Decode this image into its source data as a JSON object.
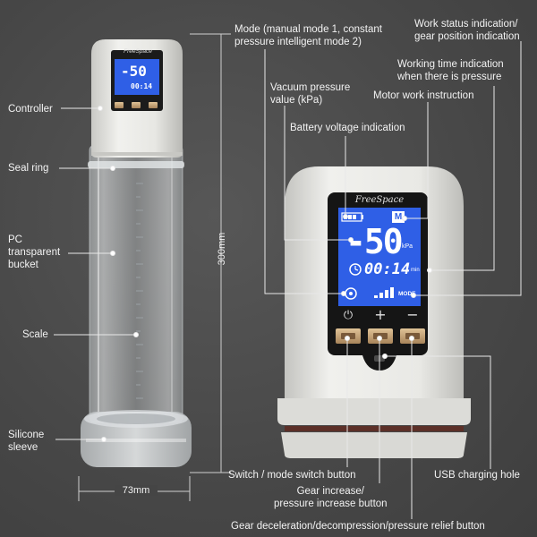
{
  "labels": {
    "mode": "Mode (manual mode 1, constant\npressure intelligent mode 2)",
    "work_status": "Work status indication/\ngear position indication",
    "working_time": "Working time indication\nwhen there is pressure",
    "motor_work": "Motor work instruction",
    "vacuum_pressure": "Vacuum pressure\nvalue (kPa)",
    "battery_voltage": "Battery voltage indication",
    "controller": "Controller",
    "seal_ring": "Seal ring",
    "pc_bucket": "PC\ntransparent\nbucket",
    "scale": "Scale",
    "silicone_sleeve": "Silicone\nsleeve",
    "switch_button": "Switch / mode switch button",
    "gear_increase": "Gear increase/\npressure increase button",
    "usb_hole": "USB charging hole",
    "gear_decel": "Gear deceleration/decompression/pressure relief button"
  },
  "dimensions": {
    "height": "300mm",
    "width": "73mm"
  },
  "device": {
    "brand": "FreeSpace",
    "mode_letter": "M",
    "pressure": "-50",
    "pressure_unit": "kPa",
    "timer": "00:14",
    "timer_unit": "min",
    "mode_text": "MODE",
    "btn_power": "⏻",
    "btn_plus": "+",
    "btn_minus": "−"
  },
  "colors": {
    "screen": "#2f5fe6",
    "button": "#c9a67a",
    "body": "#e6e6e2",
    "text": "#f2f2f2"
  }
}
